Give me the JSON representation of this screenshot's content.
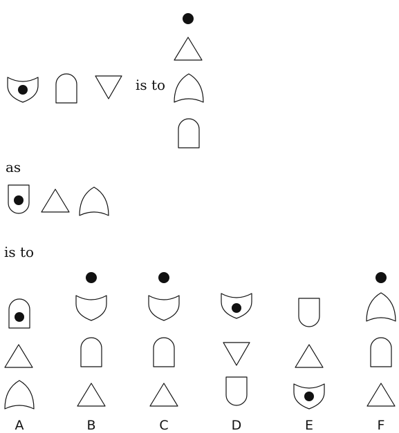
{
  "text": {
    "is_to_1": "is to",
    "as": "as",
    "is_to_2": "is to"
  },
  "options": {
    "a": "A",
    "b": "B",
    "c": "C",
    "d": "D",
    "e": "E",
    "f": "F"
  },
  "shape_icons": [
    "shield-with-dot-icon",
    "arch-icon",
    "down-triangle-icon",
    "up-triangle-icon",
    "pointed-arch-icon",
    "cup-icon",
    "dot-icon"
  ],
  "colors": {
    "ink": "#111111",
    "background": "#ffffff"
  }
}
